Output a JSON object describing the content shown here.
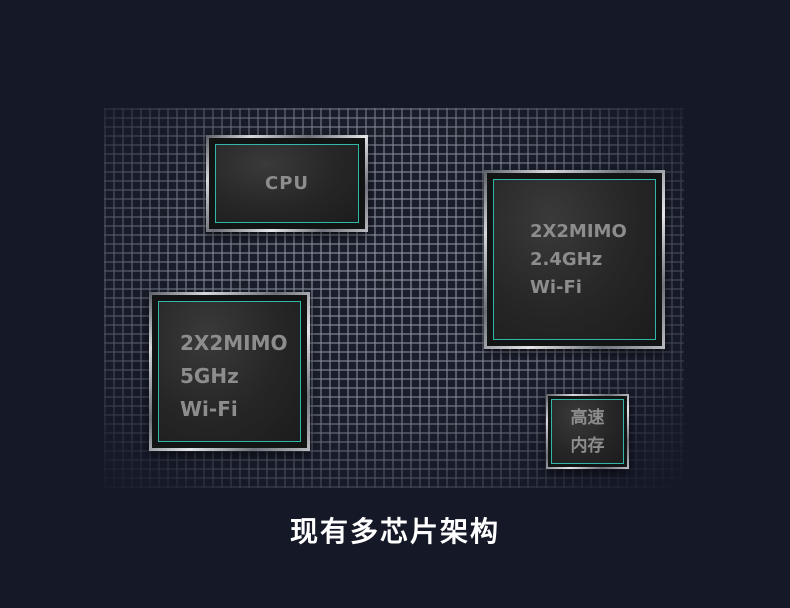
{
  "chips": {
    "cpu": {
      "lines": [
        "CPU"
      ]
    },
    "wifi_24": {
      "lines": [
        "2X2MIMO",
        "2.4GHz",
        "Wi-Fi"
      ]
    },
    "wifi_5": {
      "lines": [
        "2X2MIMO",
        "5GHz",
        "Wi-Fi"
      ]
    },
    "memory": {
      "lines": [
        "高速",
        "内存"
      ]
    }
  },
  "caption": "现有多芯片架构",
  "colors": {
    "background": "#141827",
    "chip_outline": "#2fb7a8",
    "chip_text": "#8d8d8d",
    "caption": "#ffffff"
  }
}
